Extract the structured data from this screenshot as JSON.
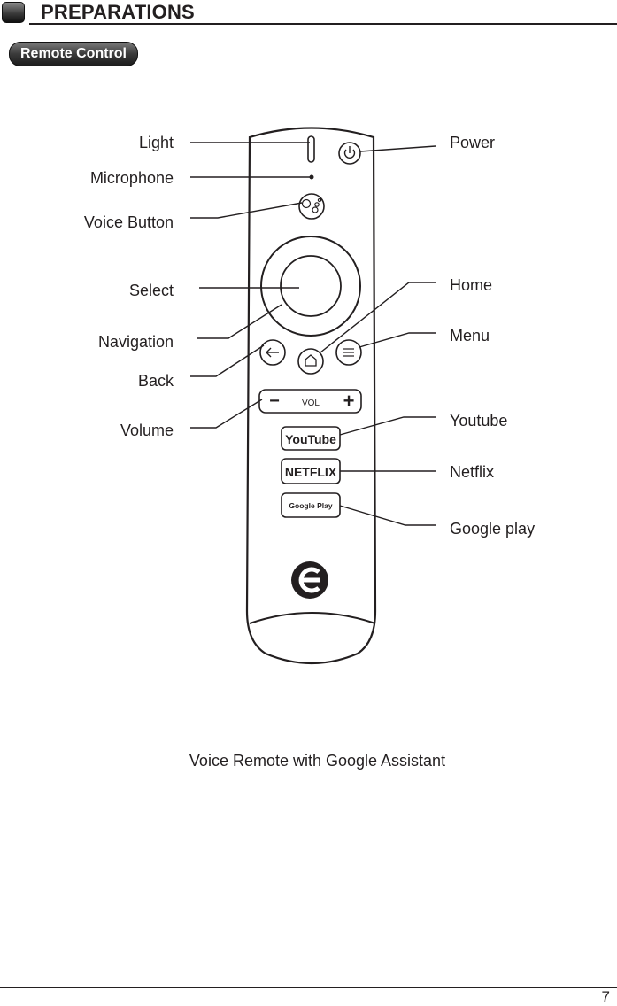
{
  "header": {
    "section_title": "PREPARATIONS",
    "subsection_pill": "Remote Control"
  },
  "labels_left": {
    "light": "Light",
    "microphone": "Microphone",
    "voice_button": "Voice Button",
    "select": "Select",
    "navigation": "Navigation",
    "back": "Back",
    "volume": "Volume"
  },
  "labels_right": {
    "power": "Power",
    "home": "Home",
    "menu": "Menu",
    "youtube": "Youtube",
    "netflix": "Netflix",
    "google_play": "Google play"
  },
  "remote_buttons": {
    "vol_label": "VOL",
    "vol_minus": "−",
    "vol_plus": "+",
    "youtube_text": "YouTube",
    "netflix_text": "NETFLIX",
    "google_play_text": "Google Play"
  },
  "caption": "Voice Remote with Google Assistant",
  "footer": {
    "page_number": "7"
  }
}
